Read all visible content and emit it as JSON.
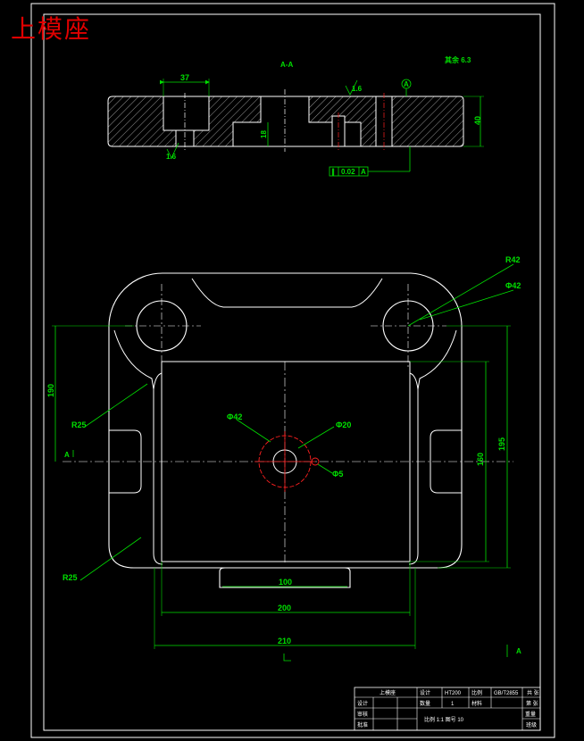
{
  "title": "上模座",
  "top_view": {
    "section_label": "A-A",
    "roughness_note": "其余 6.3",
    "roughness_1": "1.6",
    "roughness_2": "1.6",
    "datum": "A",
    "dim_hole_depth": "37",
    "dim_thickness": "40",
    "dim_recess_depth": "18",
    "flatness_frame": [
      "∥",
      "0.02",
      "A"
    ]
  },
  "plan_view": {
    "r_top": "R42",
    "d_top": "Φ42",
    "r_left": "R25",
    "r_bottom_left": "R25",
    "d_center": "Φ42",
    "d_mid": "Φ20",
    "d_small": "Φ5",
    "dim_left_height": "190",
    "dim_inner_height": "160",
    "dim_total_height": "195",
    "dim_bottom_notch": "100",
    "dim_inner_width": "200",
    "dim_outer_width": "210",
    "section_mark_left": "A",
    "section_mark_right": "A"
  },
  "title_block": {
    "part_name": "上模座",
    "material": "HT200",
    "cells": {
      "design": "设计",
      "check": "审核",
      "approve": "批准",
      "scale_label": "比例",
      "quantity_label": "数量",
      "quantity": "1",
      "weight_label": "重量",
      "standard": "GB/T2855",
      "drawing_no": "材料",
      "sheet": "共 张",
      "sheet_no": "第 张",
      "school": "班级",
      "footer": "比例 1:1 图号 10"
    }
  },
  "colors": {
    "background": "#000000",
    "outline": "#ffffff",
    "dimension": "#00e000",
    "center_line": "#ff2020",
    "title": "#e00000"
  }
}
